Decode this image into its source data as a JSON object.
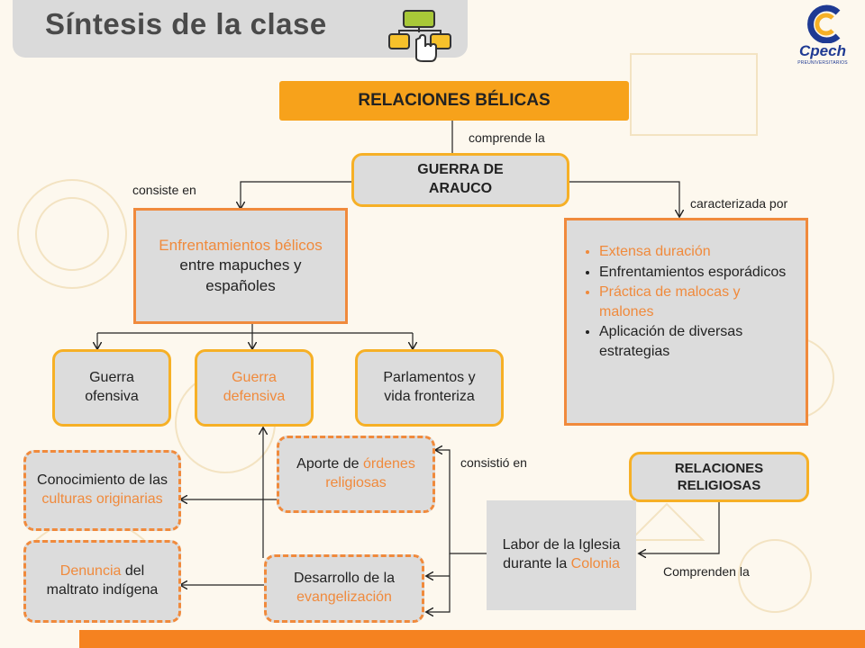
{
  "header": {
    "title": "Síntesis de la clase"
  },
  "logo": {
    "name": "Cpech",
    "tagline": "PREUNIVERSITARIOS"
  },
  "nodes": {
    "relaciones_belicas": "RELACIONES BÉLICAS",
    "guerra_arauco": "GUERRA DE ARAUCO",
    "enfrentamientos": {
      "hl": "Enfrentamientos bélicos",
      "rest": " entre mapuches y españoles"
    },
    "guerra_ofensiva": "Guerra ofensiva",
    "guerra_defensiva": "Guerra defensiva",
    "parlamentos": "Parlamentos y vida fronteriza",
    "caracteristicas": [
      {
        "text": "Extensa duración",
        "highlight": true
      },
      {
        "text": "Enfrentamientos esporádicos",
        "highlight": false
      },
      {
        "text": "Práctica de malocas y malones",
        "highlight": true
      },
      {
        "text": "Aplicación de diversas estrategias",
        "highlight": false
      }
    ],
    "aporte": {
      "a": "Aporte de ",
      "hl": "órdenes religiosas"
    },
    "conocimiento": {
      "a": "Conocimiento de las ",
      "hl": "culturas originarias"
    },
    "denuncia": {
      "hl": "Denuncia",
      "rest": " del maltrato indígena"
    },
    "desarrollo": {
      "a": "Desarrollo de la ",
      "hl": "evangelización"
    },
    "relaciones_religiosas": "RELACIONES RELIGIOSAS",
    "labor": {
      "a": "Labor de la Iglesia durante la ",
      "hl": "Colonia"
    }
  },
  "labels": {
    "comprende_la": "comprende la",
    "consiste_en": "consiste en",
    "caracterizada_por": "caracterizada por",
    "consistio_en": "consistió en",
    "comprenden_la": "Comprenden la"
  },
  "colors": {
    "accent": "#f08a3c",
    "gold": "#f6b026",
    "box": "#dcdcdc",
    "banner": "#f7a21b",
    "bar": "#f58220"
  }
}
